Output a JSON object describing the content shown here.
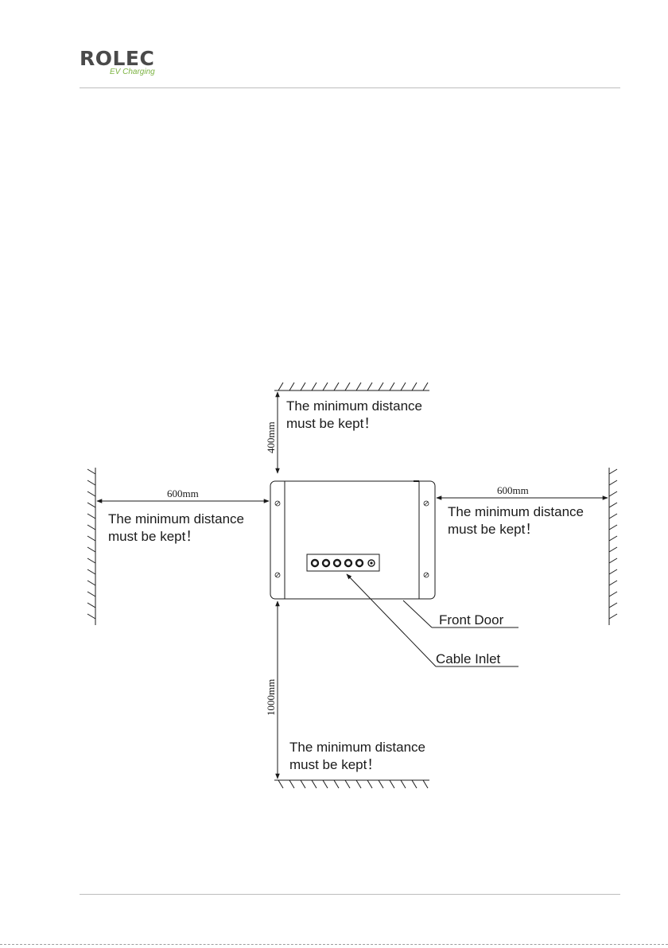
{
  "header": {
    "logo_main": "ROLEC",
    "logo_sub": "EV Charging"
  },
  "diagram": {
    "top_note_line1": "The minimum distance",
    "top_note_line2": "must be kept！",
    "top_dimension": "400mm",
    "left_dimension": "600mm",
    "left_note_line1": "The minimum distance",
    "left_note_line2": "must be kept！",
    "right_dimension": "600mm",
    "right_note_line1": "The minimum distance",
    "right_note_line2": "must be kept！",
    "bottom_dimension": "1000mm",
    "bottom_note_line1": "The minimum distance",
    "bottom_note_line2": "must be kept！",
    "front_door_label": "Front Door",
    "cable_inlet_label": "Cable Inlet"
  }
}
